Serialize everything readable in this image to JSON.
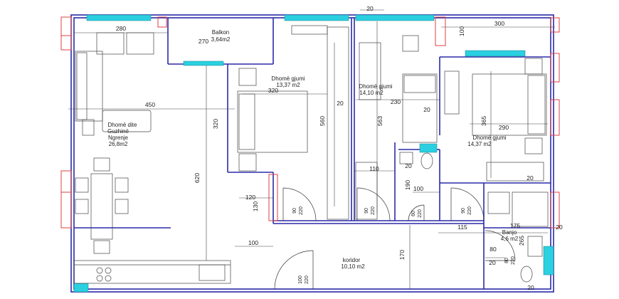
{
  "rooms": {
    "balkon": {
      "name": "Balkon",
      "area": "3,64m2"
    },
    "bedroom1": {
      "name": "Dhomë gjumi",
      "area": "13,37 m2"
    },
    "bedroom2": {
      "name": "Dhomë gjumi",
      "area": "14,10 m2"
    },
    "bedroom3": {
      "name": "Dhomë gjumi",
      "area": "14,37 m2"
    },
    "living": {
      "name": "Dhomë dite",
      "name2": "Guzhinë",
      "name3": "Ngrenje",
      "area": "26,8m2"
    },
    "koridor": {
      "name": "koridor",
      "area": "10,10 m2"
    },
    "banjo": {
      "name": "Banjo",
      "area": "4,6 m2"
    }
  },
  "dimensions": {
    "d280": "280",
    "d270": "270",
    "d100a": "100",
    "d300": "300",
    "d20a": "20",
    "d450": "450",
    "d320a": "320",
    "d320b": "320",
    "d560": "560",
    "d20b": "20",
    "d563": "563",
    "d230": "230",
    "d20c": "20",
    "d365": "365",
    "d290": "290",
    "d620": "620",
    "d110": "110",
    "d20d": "20",
    "d190": "190",
    "d100b": "100",
    "d20e": "20",
    "d120": "120",
    "d130": "130",
    "d100c": "100",
    "d170": "170",
    "d115": "115",
    "d175": "175",
    "d265": "265",
    "d20f": "20",
    "d80": "80",
    "d20g": "20",
    "d20h": "20"
  },
  "doors": {
    "door1": {
      "w": "90",
      "h": "220"
    },
    "door2": {
      "w": "90",
      "h": "220"
    },
    "door3": {
      "w": "60",
      "h": "220"
    },
    "door4": {
      "w": "90",
      "h": "220"
    },
    "door5": {
      "w": "80",
      "h": "220"
    },
    "door6": {
      "w": "100",
      "h": "220"
    }
  },
  "colors": {
    "wall": "#2a2aa8",
    "window": "#2ad0e0",
    "accent": "#e04040",
    "line": "#333333"
  }
}
